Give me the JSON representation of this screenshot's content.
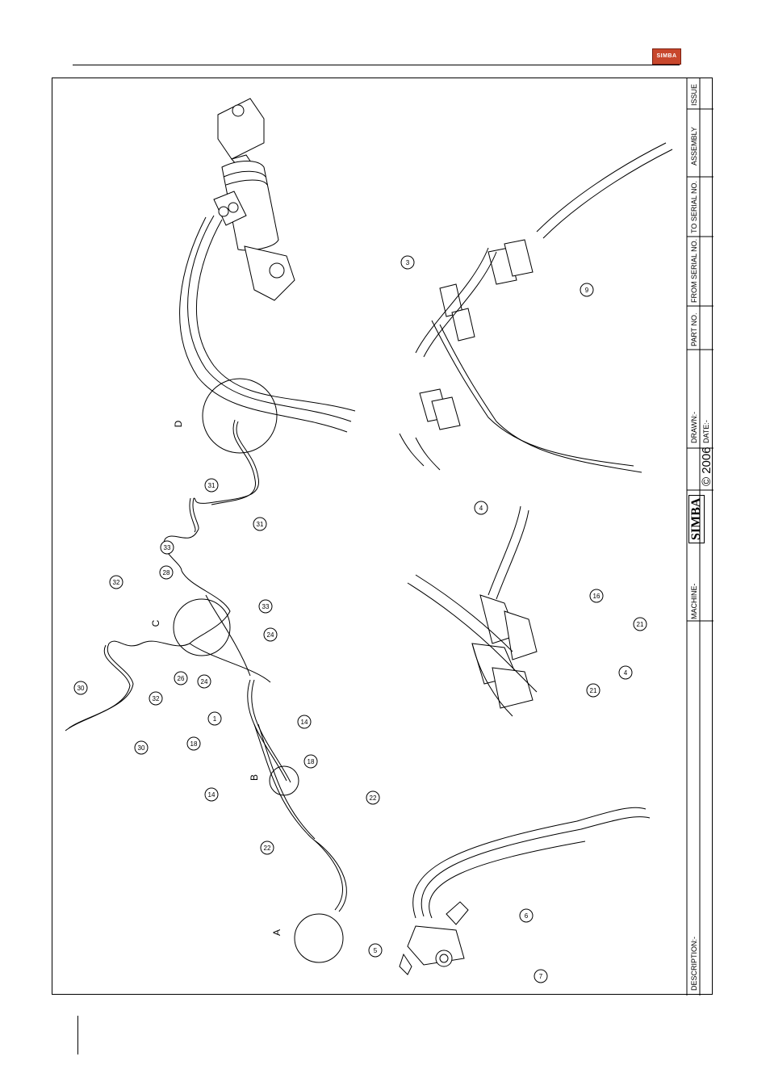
{
  "header": {
    "logo_text": "SIMBA"
  },
  "title_block": {
    "description_label": "DESCRIPTION:-",
    "machine_label": "MACHINE-",
    "brand": "SIMBA",
    "copyright": "© 2006",
    "drawn_label": "DRAWN:-",
    "date_label": "DATE:-",
    "part_no_label": "PART NO.",
    "from_serial_label": "FROM SERIAL NO.",
    "to_serial_label": "TO SERIAL NO.",
    "assembly_label": "ASSEMBLY",
    "issue_label": "ISSUE"
  },
  "detail_letters": [
    "A",
    "B",
    "C",
    "D"
  ],
  "callouts": [
    "1",
    "3",
    "4",
    "4",
    "5",
    "6",
    "7",
    "9",
    "14",
    "14",
    "16",
    "18",
    "18",
    "21",
    "21",
    "22",
    "22",
    "24",
    "24",
    "26",
    "28",
    "30",
    "30",
    "31",
    "31",
    "32",
    "32",
    "33",
    "33"
  ]
}
